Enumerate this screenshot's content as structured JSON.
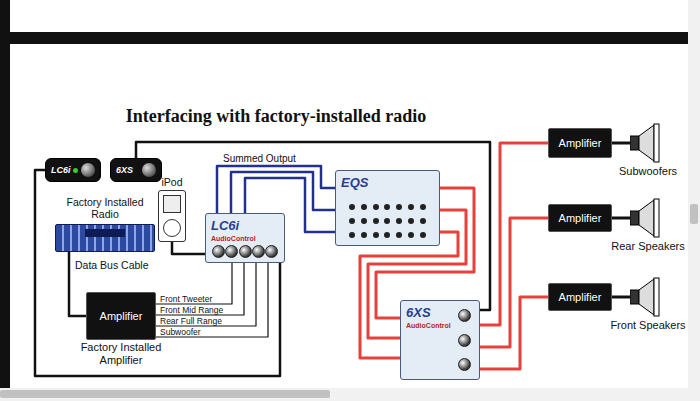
{
  "diagram": {
    "title": "Interfacing with factory-installed radio",
    "nodes": [
      {
        "text": [
          "LC6i"
        ]
      },
      {
        "text": [
          "6XS"
        ]
      },
      {
        "text": [
          "Factory Installed Radio"
        ]
      },
      {
        "text": [
          "iPod"
        ]
      },
      {
        "text": [
          "LC6i",
          "AudioControl"
        ]
      },
      {
        "text": [
          "EQS"
        ]
      },
      {
        "text": [
          "Amplifier"
        ]
      },
      {
        "text": [
          "Subwoofers"
        ]
      },
      {
        "text": [
          "Amplifier"
        ]
      },
      {
        "text": [
          "Rear Speakers"
        ]
      },
      {
        "text": [
          "Amplifier"
        ]
      },
      {
        "text": [
          "Front Speakers"
        ]
      },
      {
        "text": [
          "6XS",
          "AudioControl"
        ]
      },
      {
        "text": [
          "Amplifier",
          "Factory Installed Amplifier"
        ]
      }
    ],
    "edges": [
      {
        "from": 0,
        "to": 4,
        "arrow": "none"
      },
      {
        "from": 1,
        "to": 12,
        "arrow": "none"
      },
      {
        "from": 2,
        "to": 13,
        "label": "Data Bus Cable",
        "arrow": "none"
      },
      {
        "from": 3,
        "to": 4,
        "arrow": "none"
      },
      {
        "from": 13,
        "to": 4,
        "label": "Front Tweeter",
        "arrow": "none"
      },
      {
        "from": 13,
        "to": 4,
        "label": "Front Mid Range",
        "arrow": "none"
      },
      {
        "from": 13,
        "to": 4,
        "label": "Rear Full Range",
        "arrow": "none"
      },
      {
        "from": 13,
        "to": 4,
        "label": "Subwoofer",
        "arrow": "none"
      },
      {
        "from": 4,
        "to": 5,
        "label": "Summed Output",
        "arrow": "none"
      },
      {
        "from": 4,
        "to": 5,
        "arrow": "none"
      },
      {
        "from": 4,
        "to": 5,
        "arrow": "none"
      },
      {
        "from": 5,
        "to": 12,
        "arrow": "none"
      },
      {
        "from": 5,
        "to": 12,
        "arrow": "none"
      },
      {
        "from": 5,
        "to": 12,
        "arrow": "none"
      },
      {
        "from": 12,
        "to": 6,
        "arrow": "none"
      },
      {
        "from": 12,
        "to": 8,
        "arrow": "none"
      },
      {
        "from": 12,
        "to": 10,
        "arrow": "none"
      },
      {
        "from": 6,
        "to": 7,
        "arrow": "none"
      },
      {
        "from": 8,
        "to": 9,
        "arrow": "none"
      },
      {
        "from": 10,
        "to": 11,
        "arrow": "none"
      }
    ]
  }
}
